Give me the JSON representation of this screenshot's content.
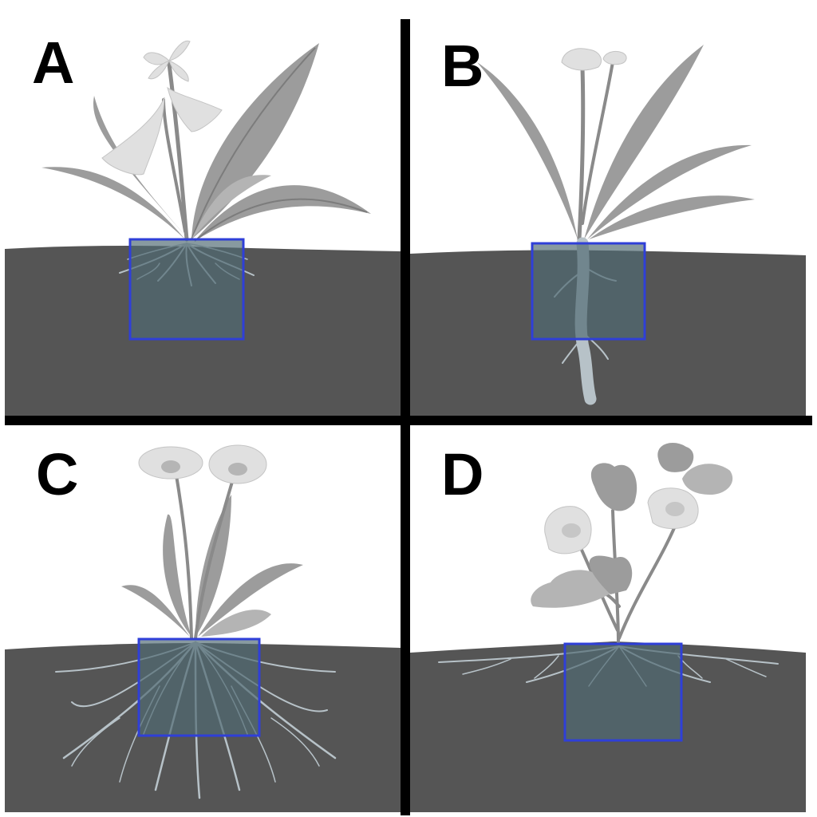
{
  "panels": [
    {
      "id": "A",
      "label": "A"
    },
    {
      "id": "B",
      "label": "B"
    },
    {
      "id": "C",
      "label": "C"
    },
    {
      "id": "D",
      "label": "D"
    }
  ],
  "colors": {
    "soil": "#555555",
    "divider": "#000000",
    "root_zone_fill": "#4f6a73",
    "root_zone_stroke": "#2f3fd8",
    "root": "#b7c2c8",
    "foliage": "#9c9c9c",
    "flower": "#e0e0e0"
  }
}
